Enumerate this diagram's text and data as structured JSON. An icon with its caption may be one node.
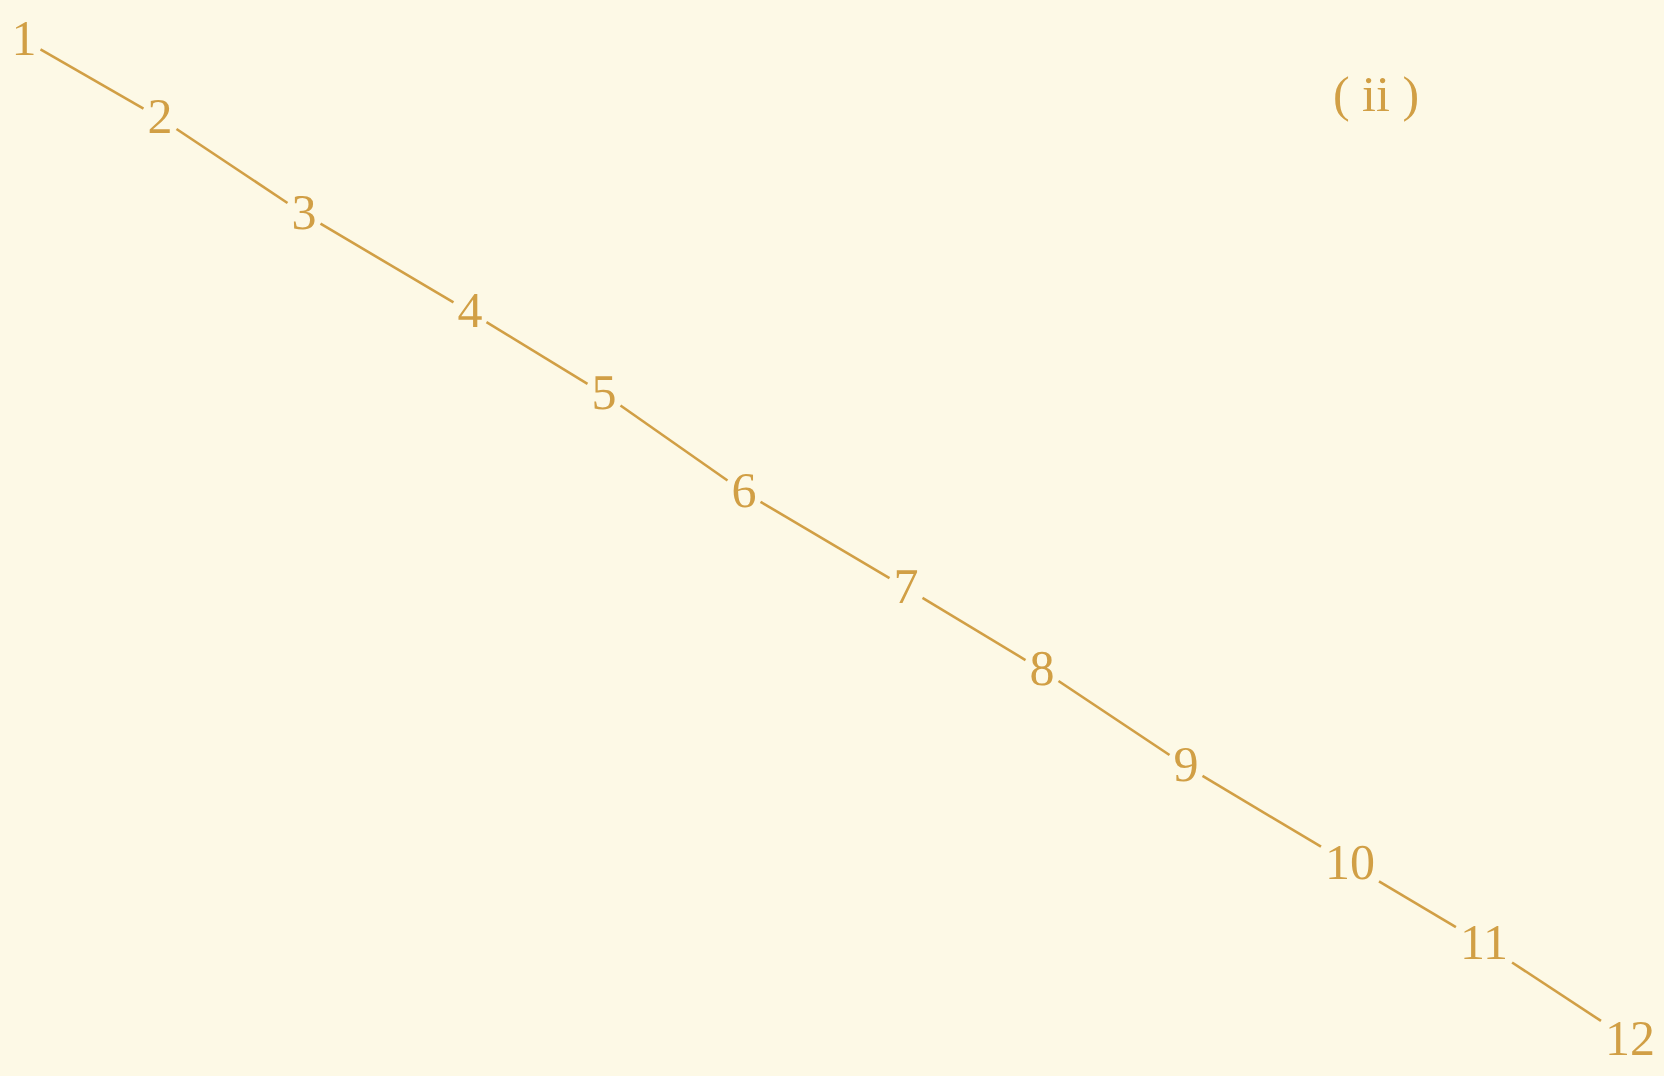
{
  "diagram": {
    "nodes": [
      {
        "text": [
          "1"
        ]
      },
      {
        "text": [
          "2"
        ]
      },
      {
        "text": [
          "3"
        ]
      },
      {
        "text": [
          "4"
        ]
      },
      {
        "text": [
          "5"
        ]
      },
      {
        "text": [
          "6"
        ]
      },
      {
        "text": [
          "7"
        ]
      },
      {
        "text": [
          "8"
        ]
      },
      {
        "text": [
          "9"
        ]
      },
      {
        "text": [
          "10"
        ]
      },
      {
        "text": [
          "11"
        ]
      },
      {
        "text": [
          "12"
        ]
      }
    ],
    "edges": [
      {
        "from": 0,
        "to": 1,
        "arrow": "none"
      },
      {
        "from": 1,
        "to": 2,
        "arrow": "none"
      },
      {
        "from": 2,
        "to": 3,
        "arrow": "none"
      },
      {
        "from": 3,
        "to": 4,
        "arrow": "none"
      },
      {
        "from": 4,
        "to": 5,
        "arrow": "none"
      },
      {
        "from": 5,
        "to": 6,
        "arrow": "none"
      },
      {
        "from": 6,
        "to": 7,
        "arrow": "none"
      },
      {
        "from": 7,
        "to": 8,
        "arrow": "none"
      },
      {
        "from": 8,
        "to": 9,
        "arrow": "none"
      },
      {
        "from": 9,
        "to": 10,
        "arrow": "none"
      },
      {
        "from": 10,
        "to": 11,
        "arrow": "none"
      }
    ],
    "labels": [
      "( ii )"
    ]
  }
}
